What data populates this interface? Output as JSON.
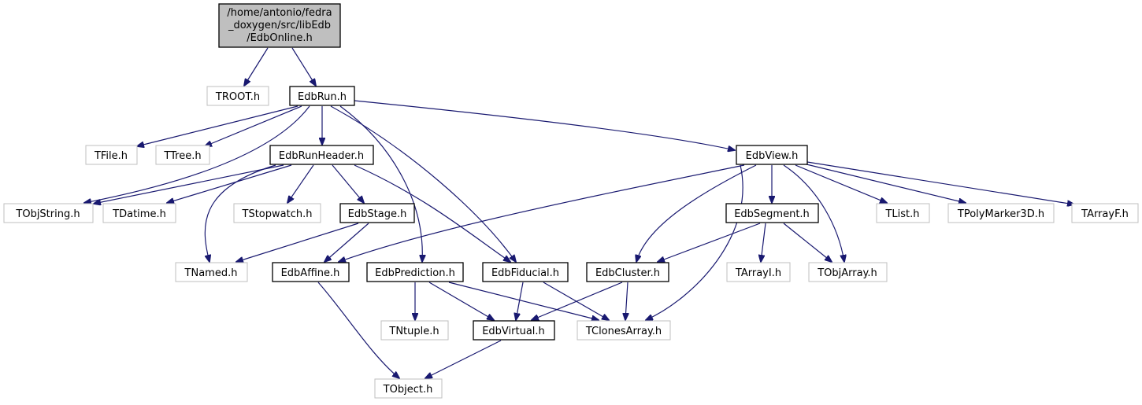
{
  "nodes": {
    "root": [
      "/home/antonio/fedra",
      "_doxygen/src/libEdb",
      "/EdbOnline.h"
    ],
    "troot": "TROOT.h",
    "edbrun": "EdbRun.h",
    "tfile": "TFile.h",
    "ttree": "TTree.h",
    "edbrunheader": "EdbRunHeader.h",
    "edbview": "EdbView.h",
    "tobjstring": "TObjString.h",
    "tdatime": "TDatime.h",
    "tstopwatch": "TStopwatch.h",
    "edbstage": "EdbStage.h",
    "edbsegment": "EdbSegment.h",
    "tlist": "TList.h",
    "tpolymarker3d": "TPolyMarker3D.h",
    "tarrayf": "TArrayF.h",
    "tnamed": "TNamed.h",
    "edbaffine": "EdbAffine.h",
    "edbprediction": "EdbPrediction.h",
    "edbfiducial": "EdbFiducial.h",
    "edbcluster": "EdbCluster.h",
    "tarrayi": "TArrayI.h",
    "tobjarray": "TObjArray.h",
    "tntuple": "TNtuple.h",
    "edbvirtual": "EdbVirtual.h",
    "tclonesarray": "TClonesArray.h",
    "tobject": "TObject.h"
  },
  "colors": {
    "edge": "#191970",
    "root_fill": "#bfbfbf",
    "documented_border": "#000000",
    "external_border": "#bfbfbf"
  },
  "edges": [
    [
      "root",
      "troot"
    ],
    [
      "root",
      "edbrun"
    ],
    [
      "edbrun",
      "tfile"
    ],
    [
      "edbrun",
      "ttree"
    ],
    [
      "edbrun",
      "edbrunheader"
    ],
    [
      "edbrun",
      "edbview"
    ],
    [
      "edbrun",
      "tobjstring"
    ],
    [
      "edbrun",
      "edbprediction"
    ],
    [
      "edbrun",
      "edbfiducial"
    ],
    [
      "edbrunheader",
      "tobjstring"
    ],
    [
      "edbrunheader",
      "tdatime"
    ],
    [
      "edbrunheader",
      "tstopwatch"
    ],
    [
      "edbrunheader",
      "edbstage"
    ],
    [
      "edbrunheader",
      "tnamed"
    ],
    [
      "edbrunheader",
      "edbfiducial"
    ],
    [
      "edbstage",
      "tnamed"
    ],
    [
      "edbstage",
      "edbaffine"
    ],
    [
      "edbview",
      "edbaffine"
    ],
    [
      "edbview",
      "edbsegment"
    ],
    [
      "edbview",
      "tlist"
    ],
    [
      "edbview",
      "tpolymarker3d"
    ],
    [
      "edbview",
      "tarrayf"
    ],
    [
      "edbview",
      "edbcluster"
    ],
    [
      "edbview",
      "tobjarray"
    ],
    [
      "edbview",
      "tclonesarray"
    ],
    [
      "edbsegment",
      "edbcluster"
    ],
    [
      "edbsegment",
      "tarrayi"
    ],
    [
      "edbsegment",
      "tobjarray"
    ],
    [
      "edbaffine",
      "tobject"
    ],
    [
      "edbprediction",
      "tntuple"
    ],
    [
      "edbprediction",
      "edbvirtual"
    ],
    [
      "edbprediction",
      "tclonesarray"
    ],
    [
      "edbfiducial",
      "edbvirtual"
    ],
    [
      "edbfiducial",
      "tclonesarray"
    ],
    [
      "edbcluster",
      "edbvirtual"
    ],
    [
      "edbcluster",
      "tclonesarray"
    ],
    [
      "edbvirtual",
      "tobject"
    ]
  ]
}
